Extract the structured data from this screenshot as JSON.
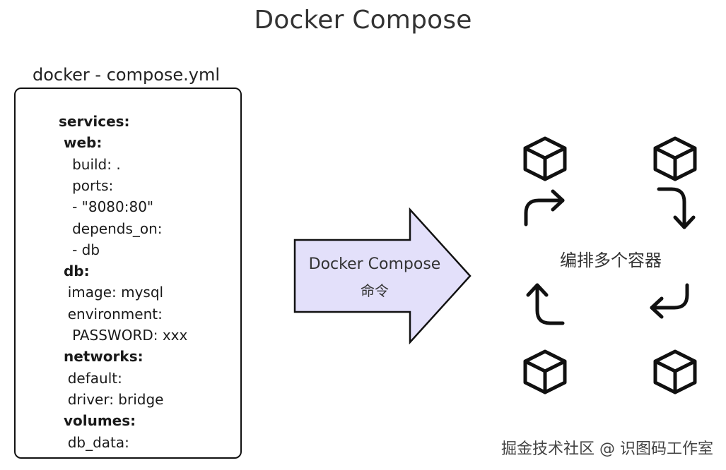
{
  "title": "Docker Compose",
  "file": {
    "name": "docker - compose.yml",
    "lines": [
      {
        "text": "services:",
        "bold": true
      },
      {
        "text": " web:",
        "bold": true
      },
      {
        "text": "   build: .",
        "bold": false
      },
      {
        "text": "   ports:",
        "bold": false
      },
      {
        "text": "   - \"8080:80\"",
        "bold": false
      },
      {
        "text": "   depends_on:",
        "bold": false
      },
      {
        "text": "   - db",
        "bold": false
      },
      {
        "text": " db:",
        "bold": true
      },
      {
        "text": "  image: mysql",
        "bold": false
      },
      {
        "text": "  environment:",
        "bold": false
      },
      {
        "text": "   PASSWORD: xxx",
        "bold": false
      },
      {
        "text": " networks:",
        "bold": true
      },
      {
        "text": "  default:",
        "bold": false
      },
      {
        "text": "  driver: bridge",
        "bold": false
      },
      {
        "text": " volumes:",
        "bold": true
      },
      {
        "text": "  db_data:",
        "bold": false
      }
    ]
  },
  "command": {
    "line1": "Docker Compose",
    "line2": "命令",
    "fill": "#e3e0fa",
    "stroke": "#111111"
  },
  "orchestration": {
    "label": "编排多个容器",
    "icons": [
      "cube-icon",
      "turn-arrow-icon"
    ]
  },
  "watermark": "掘金技术社区 @ 识图码工作室"
}
